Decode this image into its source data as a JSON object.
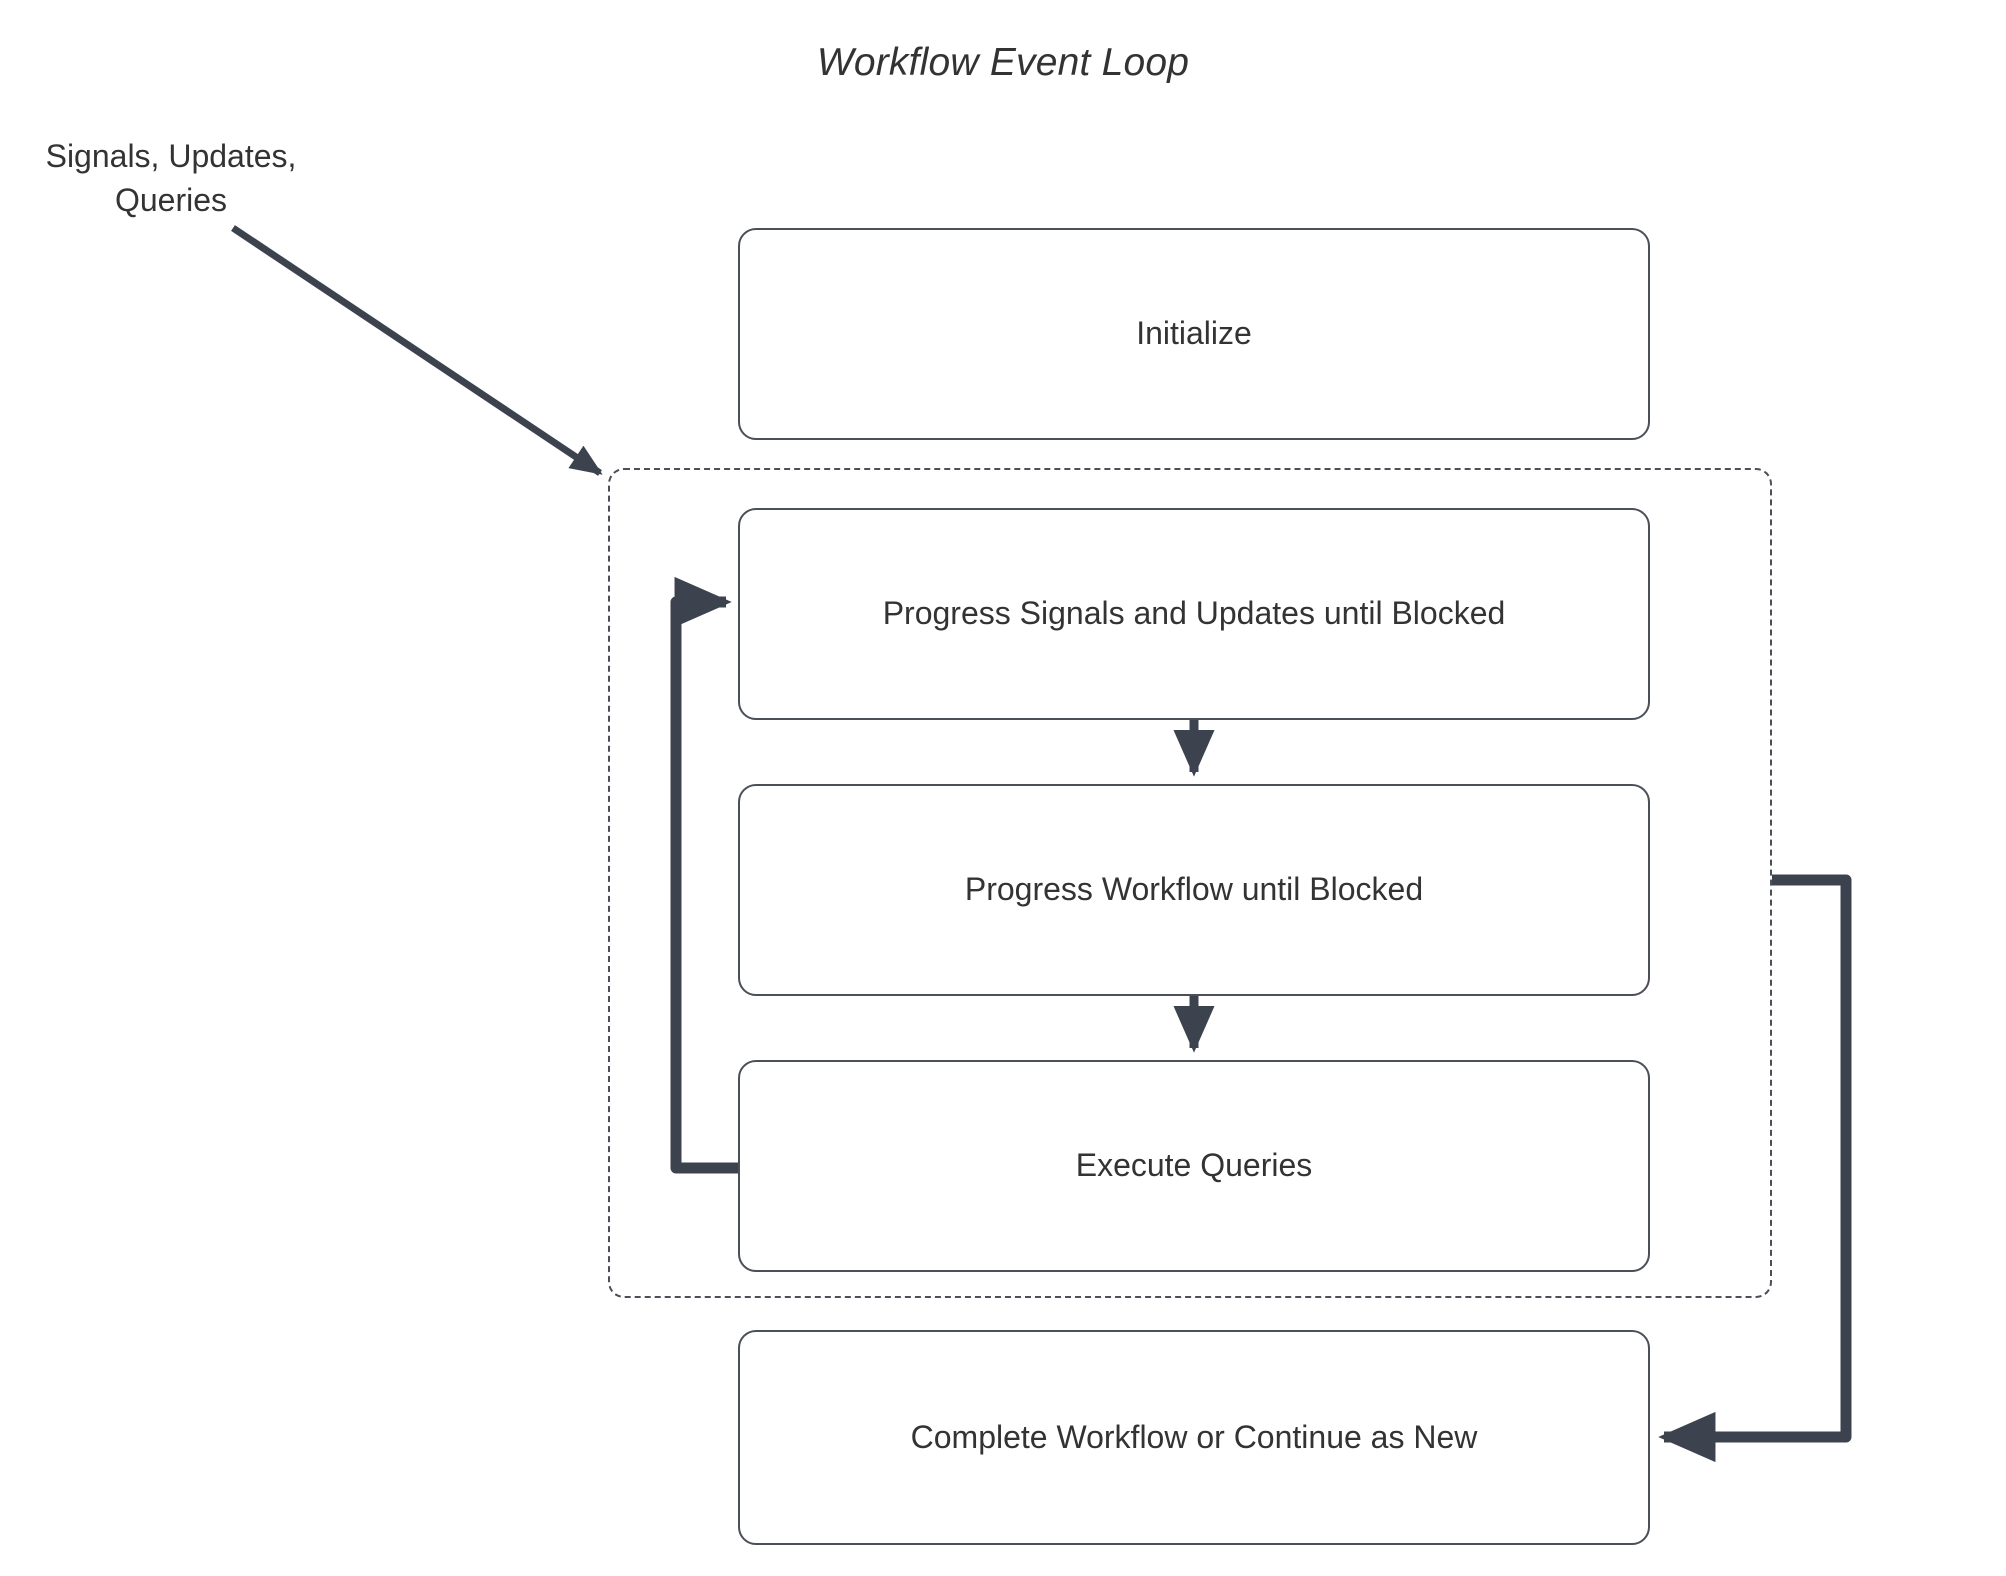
{
  "diagram": {
    "title": "Workflow Event Loop",
    "type": "flowchart",
    "background_color": "#ffffff",
    "stroke_color": "#4a4f58",
    "connector_color": "#3d434e",
    "text_color": "#333333"
  },
  "external_input": {
    "label_line_1": "Signals, Updates,",
    "label_line_2": "Queries"
  },
  "nodes": {
    "initialize": {
      "label": "Initialize"
    },
    "progress_signals": {
      "label": "Progress Signals and Updates until Blocked"
    },
    "progress_workflow": {
      "label": "Progress Workflow until Blocked"
    },
    "execute_queries": {
      "label": "Execute Queries"
    },
    "complete_workflow": {
      "label": "Complete Workflow or Continue as New"
    }
  },
  "loop_container": {
    "label": "",
    "border_style": "dashed"
  },
  "edges": [
    {
      "name": "signals-to-loop",
      "from": "Signals, Updates, Queries",
      "to": "Event Loop",
      "style": "solid-diagonal",
      "arrow": "end"
    },
    {
      "name": "signals-to-workflow",
      "from": "Progress Signals and Updates until Blocked",
      "to": "Progress Workflow until Blocked",
      "style": "solid-vertical",
      "arrow": "end"
    },
    {
      "name": "workflow-to-queries",
      "from": "Progress Workflow until Blocked",
      "to": "Execute Queries",
      "style": "solid-vertical",
      "arrow": "end"
    },
    {
      "name": "queries-loop-back",
      "from": "Execute Queries",
      "to": "Progress Signals and Updates until Blocked",
      "style": "orthogonal-left",
      "arrow": "end"
    },
    {
      "name": "loop-to-complete",
      "from": "Event Loop",
      "to": "Complete Workflow or Continue as New",
      "style": "orthogonal-right",
      "arrow": "end"
    }
  ]
}
